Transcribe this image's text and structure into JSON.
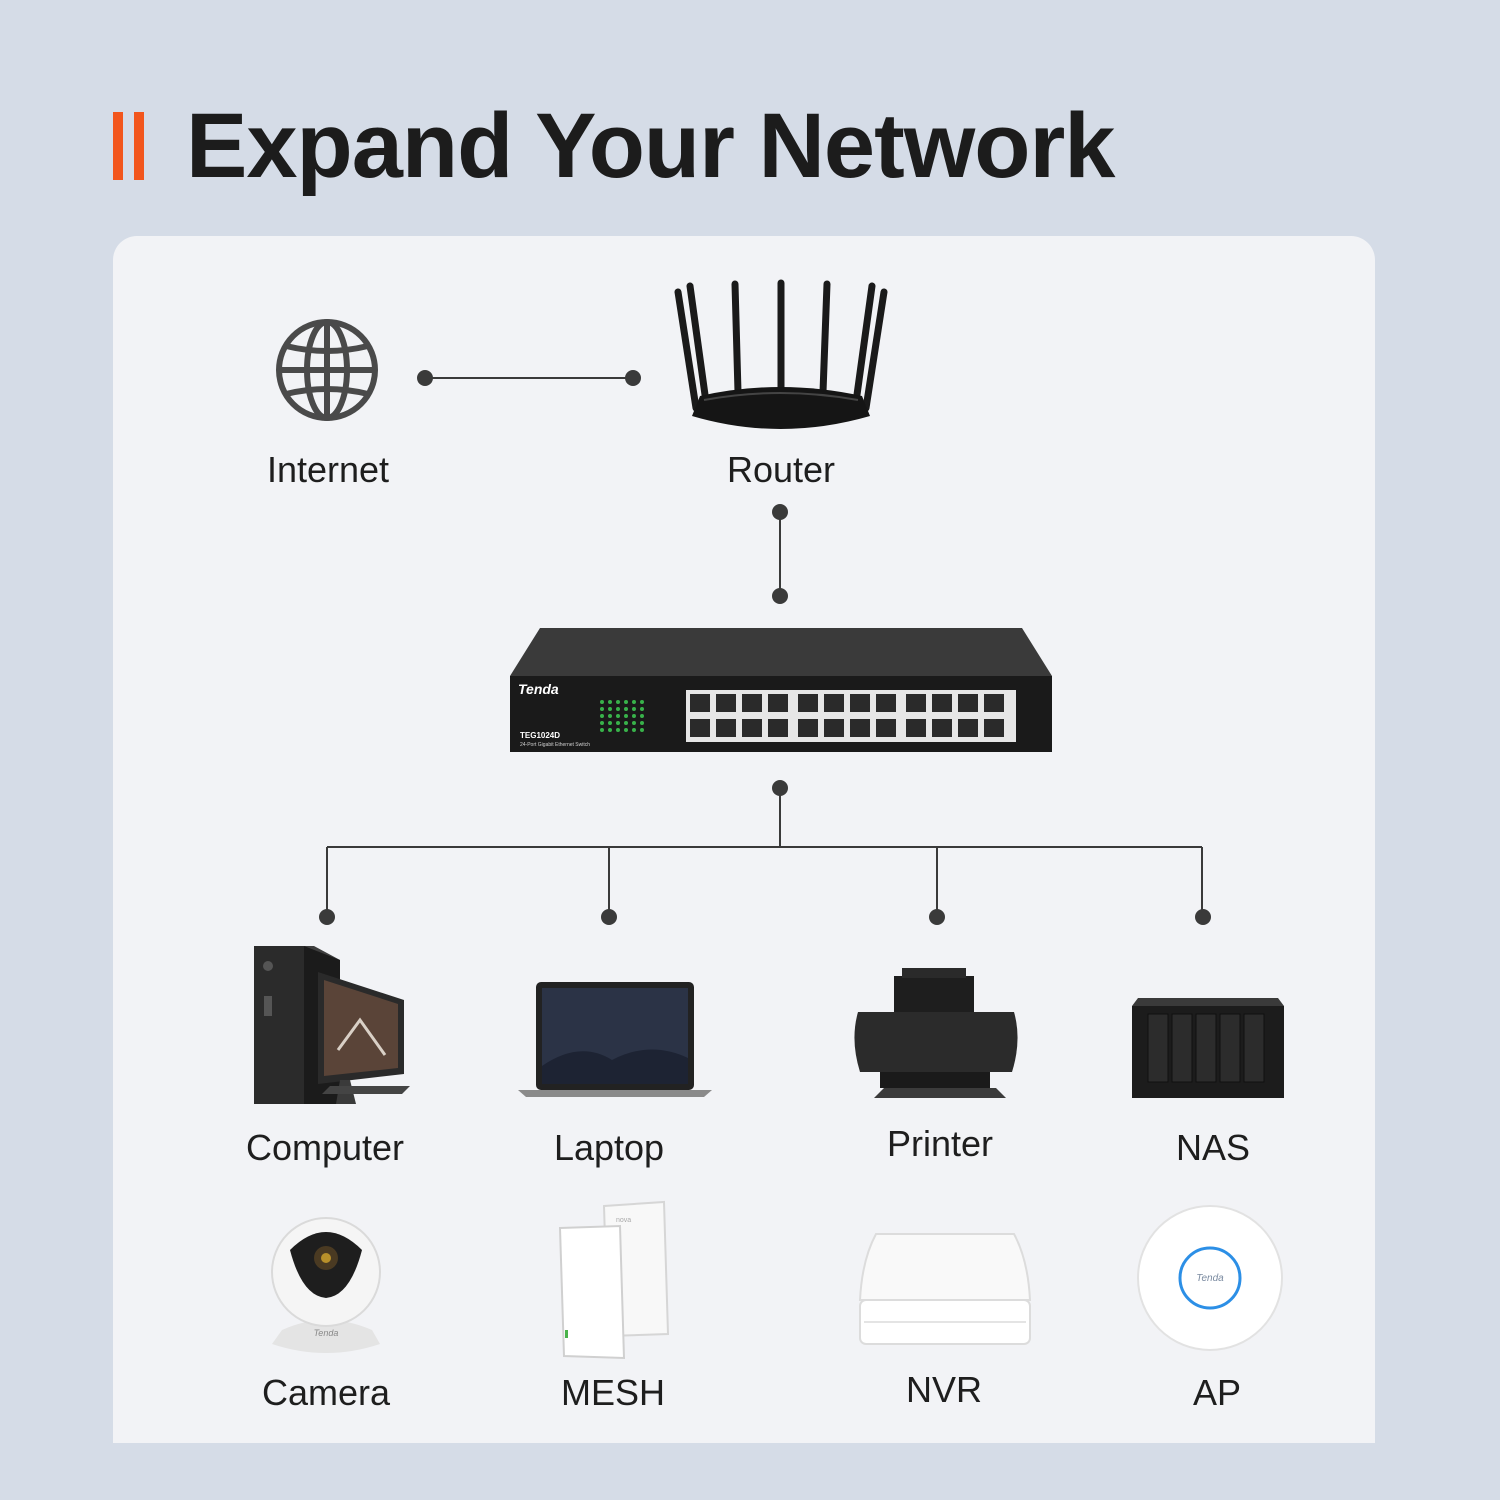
{
  "header": {
    "title": "Expand Your Network",
    "accent_color": "#f2561d"
  },
  "nodes": {
    "internet": {
      "label": "Internet",
      "icon": "globe-icon"
    },
    "router": {
      "label": "Router"
    },
    "switch": {
      "brand": "Tenda",
      "model": "TEG1024D",
      "description": "24-Port Gigabit Ethernet Switch"
    },
    "computer": {
      "label": "Computer"
    },
    "laptop": {
      "label": "Laptop"
    },
    "printer": {
      "label": "Printer"
    },
    "nas": {
      "label": "NAS"
    },
    "camera": {
      "label": "Camera",
      "brand": "Tenda"
    },
    "mesh": {
      "label": "MESH",
      "brand": "nova"
    },
    "nvr": {
      "label": "NVR"
    },
    "ap": {
      "label": "AP",
      "brand": "Tenda"
    }
  }
}
